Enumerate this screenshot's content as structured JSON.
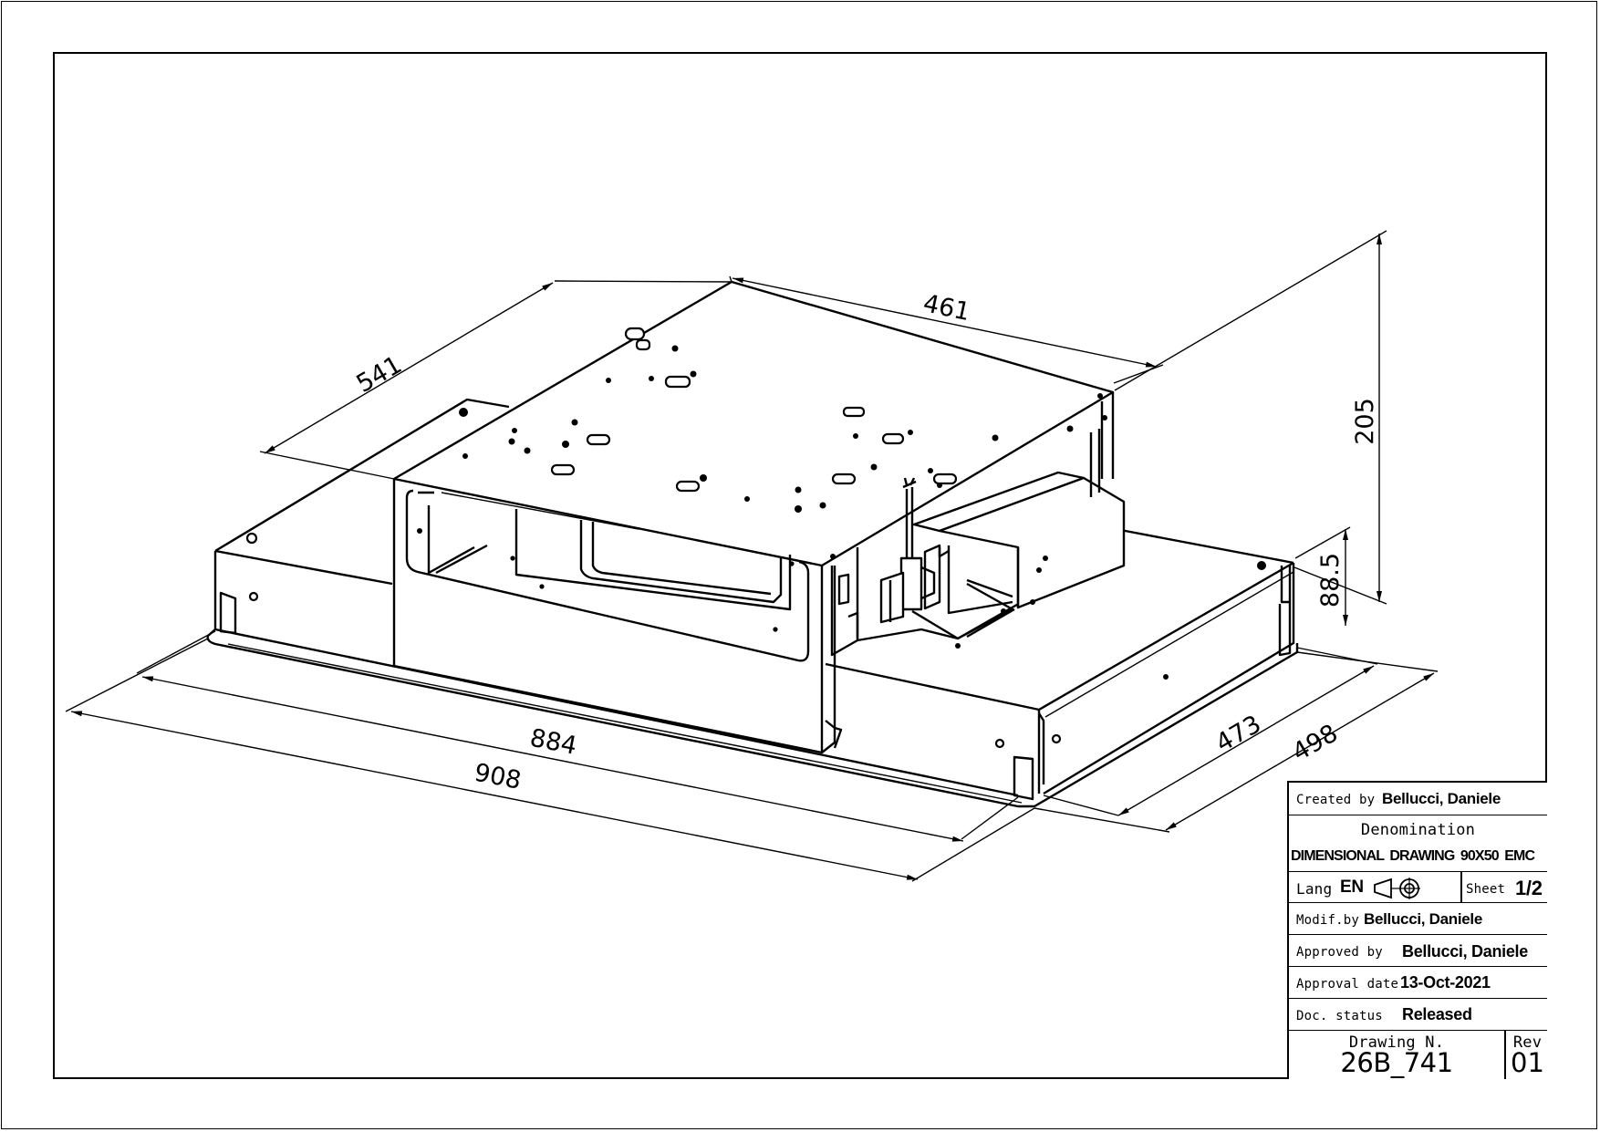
{
  "dimensions": {
    "d_541": "541",
    "d_461": "461",
    "d_205": "205",
    "d_88_5": "88.5",
    "d_884": "884",
    "d_908": "908",
    "d_473": "473",
    "d_498": "498"
  },
  "title_block": {
    "created_by_label": "Created by",
    "created_by_value": "Bellucci, Daniele",
    "denomination_label": "Denomination",
    "denomination_value": "DIMENSIONAL DRAWING 90X50 EMC",
    "lang_label": "Lang",
    "lang_value": "EN",
    "sheet_label": "Sheet",
    "sheet_value": "1/2",
    "modif_by_label": "Modif.by",
    "modif_by_value": "Bellucci, Daniele",
    "approved_by_label": "Approved by",
    "approved_by_value": "Bellucci, Daniele",
    "approval_date_label": "Approval date",
    "approval_date_value": "13-Oct-2021",
    "doc_status_label": "Doc. status",
    "doc_status_value": "Released",
    "drawing_n_label": "Drawing N.",
    "drawing_n_value": "26B_741",
    "rev_label": "Rev",
    "rev_value": "01"
  }
}
